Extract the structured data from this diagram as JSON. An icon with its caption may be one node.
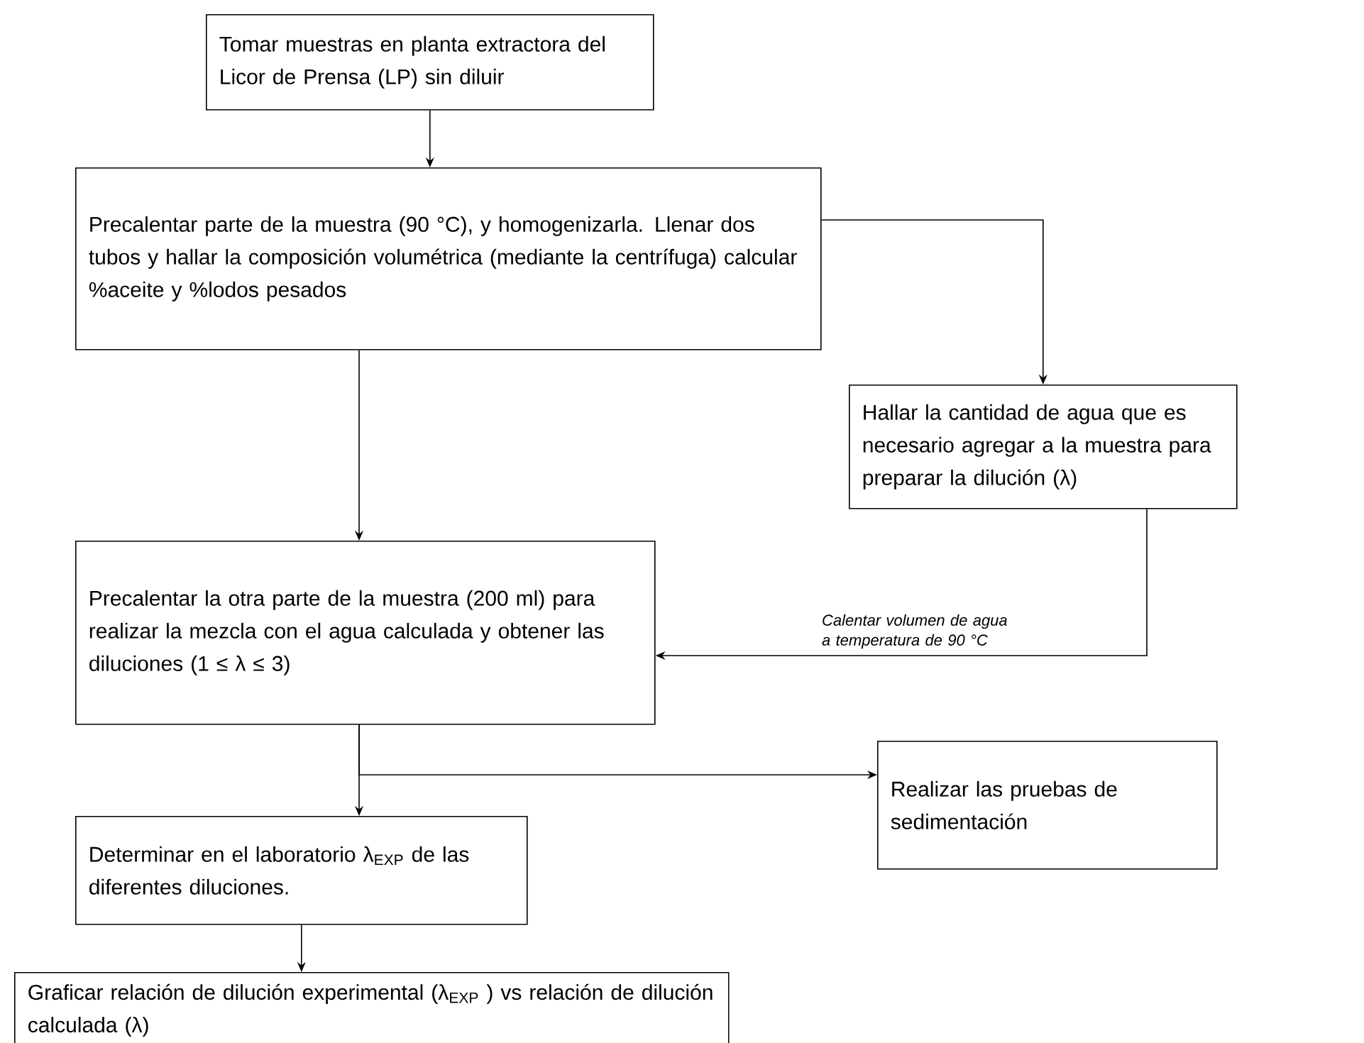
{
  "diagram": {
    "nodes": [
      {
        "text": [
          "Tomar muestras en planta extractora del Licor de Prensa (LP) sin diluir"
        ]
      },
      {
        "text": [
          "Precalentar parte de la muestra (90 °C), y homogenizarla. Llenar dos tubos y hallar la composición volumétrica (mediante la centrífuga) calcular %aceite y %lodos pesados"
        ]
      },
      {
        "text": [
          "Hallar la cantidad de agua que es necesario agregar a la muestra para preparar la dilución (λ)"
        ]
      },
      {
        "text": [
          "Precalentar la otra parte de la muestra (200 ml) para realizar la mezcla con el agua calculada y obtener las diluciones (1 ≤ λ ≤ 3)"
        ]
      },
      {
        "text": [
          "Realizar las pruebas de sedimentación"
        ]
      },
      {
        "text": [
          "Determinar en el laboratorio λ$_{EXP}$ de las diferentes diluciones."
        ]
      },
      {
        "text": [
          "Graficar relación de dilución experimental (λ$_{EXP}$ ) vs relación de dilución calculada (λ)"
        ]
      }
    ],
    "edges": [
      {
        "from": 0,
        "to": 1,
        "arrow": "to"
      },
      {
        "from": 1,
        "to": 2,
        "arrow": "to"
      },
      {
        "from": 1,
        "to": 3,
        "arrow": "to"
      },
      {
        "from": 2,
        "to": 3,
        "arrow": "to",
        "label": "Calentar volumen de agua a temperatura de 90 °C"
      },
      {
        "from": 3,
        "to": 4,
        "arrow": "to"
      },
      {
        "from": 3,
        "to": 5,
        "arrow": "to"
      },
      {
        "from": 5,
        "to": 6,
        "arrow": "to"
      }
    ]
  }
}
